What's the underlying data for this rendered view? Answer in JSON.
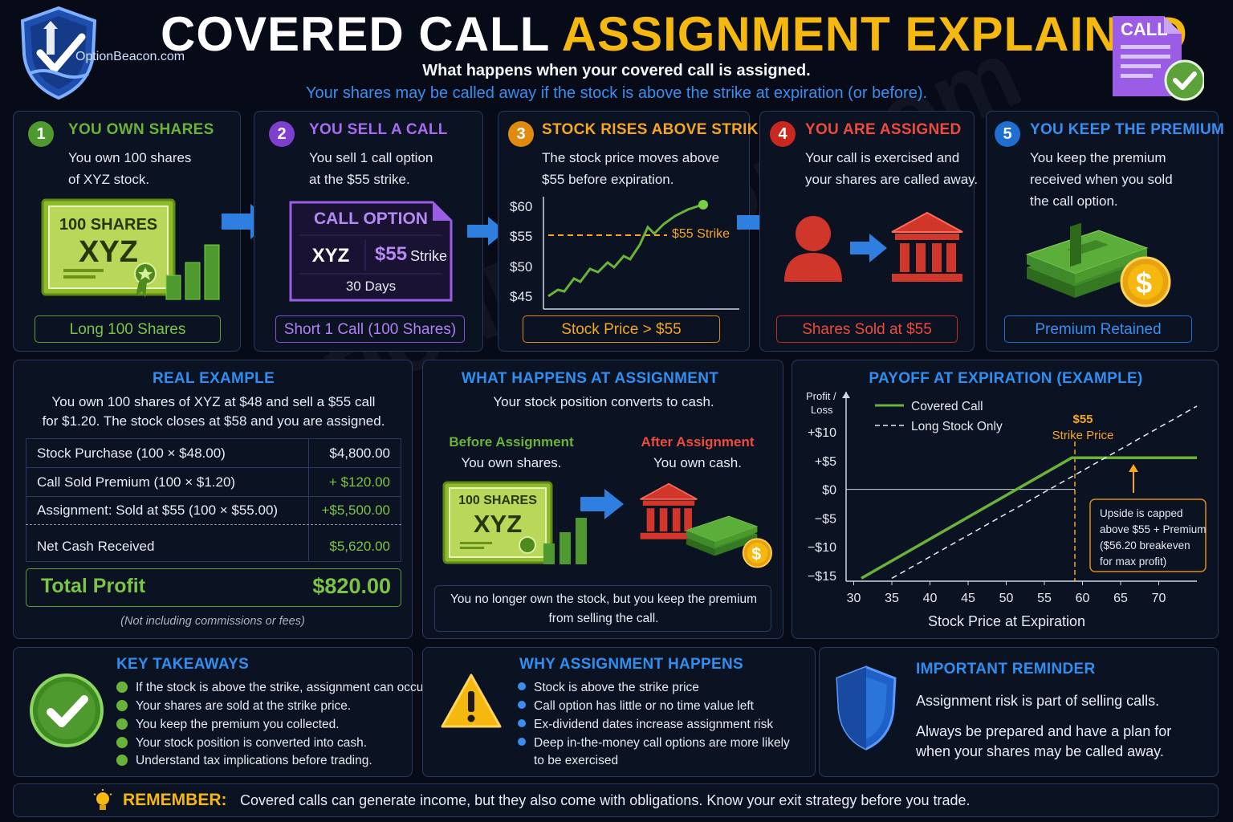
{
  "header": {
    "brand": "OptionBeacon.com",
    "title_part1": "COVERED CALL",
    "title_part2": "ASSIGNMENT EXPLAINED",
    "subtitle": "What happens when your covered call is assigned.",
    "subtitle2": "Your shares may be called away if the stock is above the strike at expiration (or before).",
    "doc_icon_label": "CALL"
  },
  "steps": [
    {
      "num": "1",
      "title": "YOU OWN SHARES",
      "lines": [
        "You own 100 shares",
        "of XYZ stock."
      ],
      "tag": "Long 100 Shares",
      "color": "#6ab33b"
    },
    {
      "num": "2",
      "title": "YOU SELL A CALL",
      "lines": [
        "You sell 1 call option",
        "at the $55 strike."
      ],
      "tag": "Short 1 Call (100 Shares)",
      "color": "#9b5de5"
    },
    {
      "num": "3",
      "title": "STOCK RISES ABOVE STRIKE",
      "lines": [
        "The stock price moves above",
        "$55 before expiration."
      ],
      "tag": "Stock Price > $55",
      "color": "#f0a020"
    },
    {
      "num": "4",
      "title": "YOU ARE ASSIGNED",
      "lines": [
        "Your call is exercised and",
        "your shares are called away."
      ],
      "tag": "Shares Sold at $55",
      "color": "#e23a2e"
    },
    {
      "num": "5",
      "title": "YOU KEEP THE PREMIUM",
      "lines": [
        "You keep the premium",
        "received when you sold",
        "the call option."
      ],
      "tag": "Premium Retained",
      "color": "#2f8ff0"
    }
  ],
  "certificate": {
    "line1": "100 SHARES",
    "line2": "XYZ"
  },
  "call_card": {
    "title": "CALL OPTION",
    "ticker": "XYZ",
    "strike": "$55",
    "strike_word": "Strike",
    "days": "30 Days"
  },
  "mini_chart": {
    "y_labels": [
      "$60",
      "$55",
      "$50",
      "$45"
    ],
    "strike_label": "$55 Strike"
  },
  "real_example": {
    "title": "REAL EXAMPLE",
    "intro1": "You own 100 shares of XYZ at $48 and sell a $55 call",
    "intro2": "for $1.20. The stock closes at $58 and you are assigned.",
    "rows": [
      {
        "label": "Stock Purchase (100 × $48.00)",
        "value": "$4,800.00"
      },
      {
        "label": "Call Sold Premium (100 × $1.20)",
        "value": "+ $120.00"
      },
      {
        "label": "Assignment: Sold at $55 (100 × $55.00)",
        "value": "+$5,500.00"
      },
      {
        "label": "Net Cash Received",
        "value": "$5,620.00"
      }
    ],
    "total_label": "Total Profit",
    "total_value": "$820.00",
    "note": "(Not including commissions or fees)"
  },
  "assignment": {
    "title": "WHAT HAPPENS AT ASSIGNMENT",
    "subtitle": "Your stock position converts to cash.",
    "before_title": "Before Assignment",
    "before_text": "You own shares.",
    "after_title": "After Assignment",
    "after_text": "You own cash.",
    "cert_line1": "100 SHARES",
    "cert_line2": "XYZ",
    "note1": "You no longer own the stock, but you keep the premium",
    "note2": "from selling the call."
  },
  "payoff": {
    "title": "PAYOFF AT EXPIRATION (EXAMPLE)",
    "ylabel1": "Profit /",
    "ylabel2": "Loss",
    "xlabel": "Stock Price at Expiration",
    "legend_covered": "Covered Call",
    "legend_long": "Long Stock Only",
    "strike_label1": "$55",
    "strike_label2": "Strike Price",
    "callout": [
      "Upside is capped",
      "above $55 + Premium",
      "($56.20 breakeven",
      "for max profit)"
    ]
  },
  "chart_data": {
    "type": "line",
    "title": "PAYOFF AT EXPIRATION (EXAMPLE)",
    "xlabel": "Stock Price at Expiration",
    "ylabel": "Profit / Loss",
    "x_ticks": [
      30,
      35,
      40,
      45,
      50,
      55,
      60,
      65,
      70
    ],
    "y_ticks": [
      10,
      5,
      0,
      -5,
      -10,
      -15
    ],
    "y_tick_labels": [
      "+$10",
      "+$5",
      "$0",
      "−$5",
      "−$10",
      "−$15"
    ],
    "xlim": [
      29,
      75
    ],
    "ylim": [
      -16,
      17
    ],
    "legend_position": "top-left",
    "series": [
      {
        "name": "Covered Call",
        "x": [
          31,
          58.6,
          75
        ],
        "y": [
          -15.5,
          5.5,
          5.5
        ],
        "color": "#6ab33b",
        "style": "solid"
      },
      {
        "name": "Long Stock Only",
        "x": [
          35,
          75
        ],
        "y": [
          -15.5,
          14.5
        ],
        "color": "#e8ecf4",
        "style": "dashed"
      }
    ],
    "vline_x": 59,
    "hline_y": 0
  },
  "takeaways": {
    "title": "KEY TAKEAWAYS",
    "items": [
      "If the stock is above the strike, assignment can occur.",
      "Your shares are sold at the strike price.",
      "You keep the premium you collected.",
      "Your stock position is converted into cash.",
      "Understand tax implications before trading."
    ]
  },
  "why": {
    "title": "WHY ASSIGNMENT HAPPENS",
    "items": [
      "Stock is above the strike price",
      "Call option has little or no time value left",
      "Ex-dividend dates increase assignment risk",
      "Deep in-the-money call options are more likely"
    ],
    "item4_cont": "to be exercised"
  },
  "reminder": {
    "title": "IMPORTANT REMINDER",
    "line1": "Assignment risk is part of selling calls.",
    "line2": "Always be prepared and have a plan for",
    "line3": "when your shares may be called away."
  },
  "footer": {
    "label": "REMEMBER:",
    "text": "Covered calls can generate income, but they also come with obligations. Know your exit strategy before you trade."
  },
  "watermark": "OptionBeacon.com"
}
